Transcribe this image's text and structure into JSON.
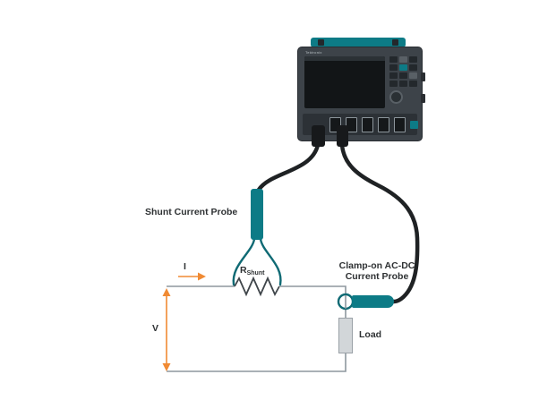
{
  "labels": {
    "shunt_probe": "Shunt Current Probe",
    "clamp_probe_line1": "Clamp-on AC-DC",
    "clamp_probe_line2": "Current Probe",
    "resistor_symbol": "R",
    "resistor_subscript": "Shunt",
    "current_arrow": "I",
    "voltage_arrow": "V",
    "load": "Load"
  },
  "scope": {
    "brand": "Tektronix"
  },
  "colors": {
    "probe_teal": "#0d7b86",
    "lead_teal": "#0f6a74",
    "cable_black": "#1f2224",
    "wire_gray": "#8e979e",
    "resistor_gray": "#3f454a",
    "arrow_orange": "#f08a33",
    "scope_body": "#3d4349",
    "label_text": "#2e3133"
  }
}
